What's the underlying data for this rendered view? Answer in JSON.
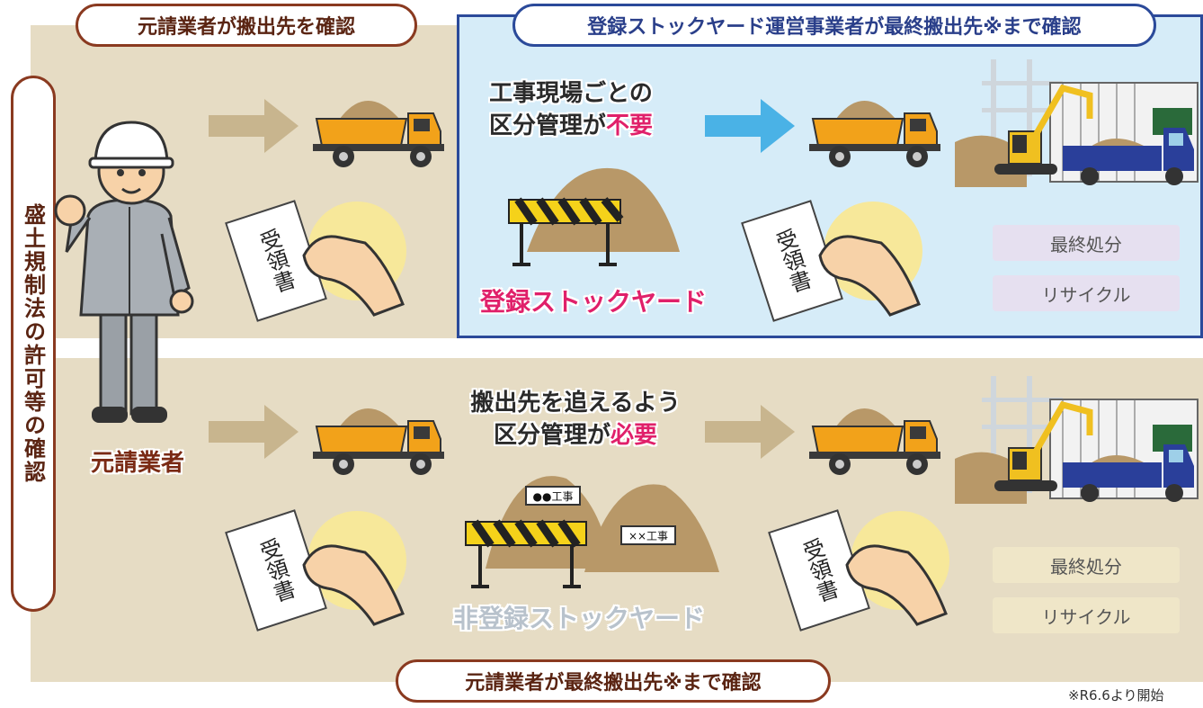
{
  "top_left_title": "元請業者が搬出先を確認",
  "top_right_title": "登録ストックヤード運営事業者が最終搬出先※まで確認",
  "bottom_title": "元請業者が最終搬出先※まで確認",
  "side_label": "盛土規制法の許可等の確認",
  "worker_label": "元請業者",
  "receipt_text": "受領書",
  "top_mid_heading_line1": "工事現場ごとの",
  "top_mid_heading_line2_prefix": "区分管理が",
  "top_mid_heading_line2_highlight": "不要",
  "bottom_mid_heading_line1": "搬出先を追えるよう",
  "bottom_mid_heading_line2_prefix": "区分管理が",
  "bottom_mid_heading_line2_highlight": "必要",
  "registered_yard_label": "登録ストックヤード",
  "unregistered_yard_label": "非登録ストックヤード",
  "sign_a": "●●工事",
  "sign_b": "××工事",
  "final_disposal": "最終処分",
  "recycle": "リサイクル",
  "footnote": "※R6.6より開始",
  "colors": {
    "beige_panel": "#e6dcc4",
    "blue_panel": "#d6ecf8",
    "blue_border": "#2b4a9a",
    "pink_highlight": "#e0206a",
    "truck_orange": "#f2a21a"
  }
}
